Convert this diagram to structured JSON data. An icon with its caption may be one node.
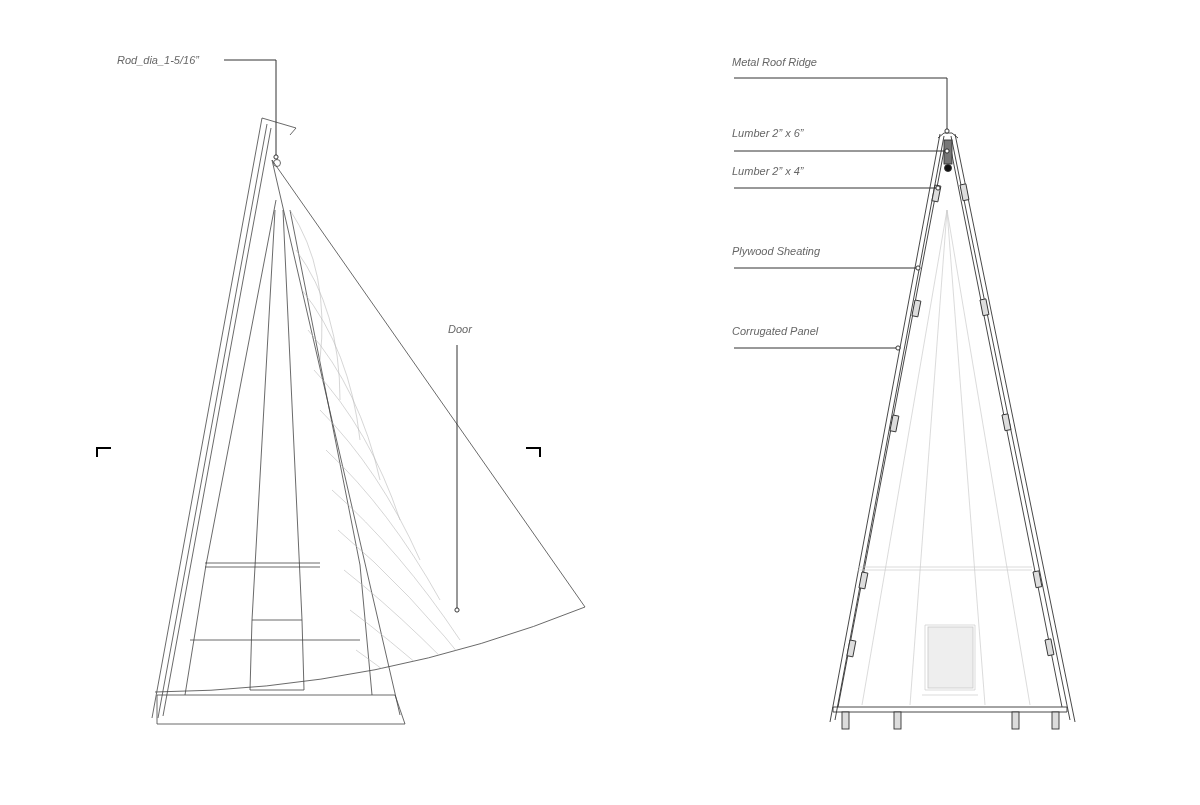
{
  "diagram": {
    "nodes": [
      {
        "text": [
          "Rod_dia_1-5/16”"
        ]
      },
      {
        "text": [
          "Door"
        ]
      },
      {
        "text": [
          "Metal Roof Ridge"
        ]
      },
      {
        "text": [
          "Lumber 2” x 6”"
        ]
      },
      {
        "text": [
          "Lumber 2” x 4”"
        ]
      },
      {
        "text": [
          "Plywood Sheating"
        ]
      },
      {
        "text": [
          "Corrugated Panel"
        ]
      }
    ],
    "edges": [
      {
        "from": 0,
        "to": null,
        "arrow": "other"
      },
      {
        "from": 1,
        "to": null,
        "arrow": "other"
      },
      {
        "from": 2,
        "to": null,
        "arrow": "other"
      },
      {
        "from": 3,
        "to": null,
        "arrow": "other"
      },
      {
        "from": 4,
        "to": null,
        "arrow": "other"
      },
      {
        "from": 5,
        "to": null,
        "arrow": "other"
      },
      {
        "from": 6,
        "to": null,
        "arrow": "other"
      }
    ]
  }
}
